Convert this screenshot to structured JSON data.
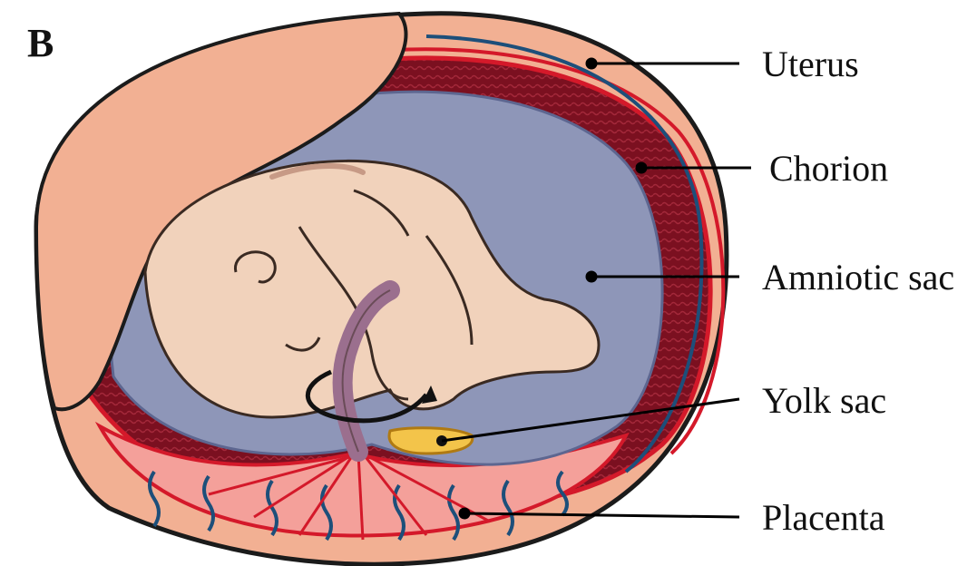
{
  "figure": {
    "panel_label": "B",
    "labels": {
      "uterus": "Uterus",
      "chorion": "Chorion",
      "amniotic_sac": "Amniotic sac",
      "yolk_sac": "Yolk sac",
      "placenta": "Placenta"
    },
    "colors": {
      "uterus_wall": "#f2b093",
      "uterus_outline": "#1b1b1b",
      "chorion_red": "#d4192a",
      "chorion_dark": "#7b1020",
      "amniotic_fluid": "#8e96b8",
      "fetus_skin": "#f1d2bb",
      "yolk_sac": "#f3c44a",
      "placenta_pink": "#f4a09a",
      "vessel_blue": "#1d4f7a",
      "leader_line": "#000000"
    },
    "icons": [
      "fetus-shape",
      "umbilical-cord",
      "rotation-arrow-icon",
      "placental-vessels"
    ]
  }
}
